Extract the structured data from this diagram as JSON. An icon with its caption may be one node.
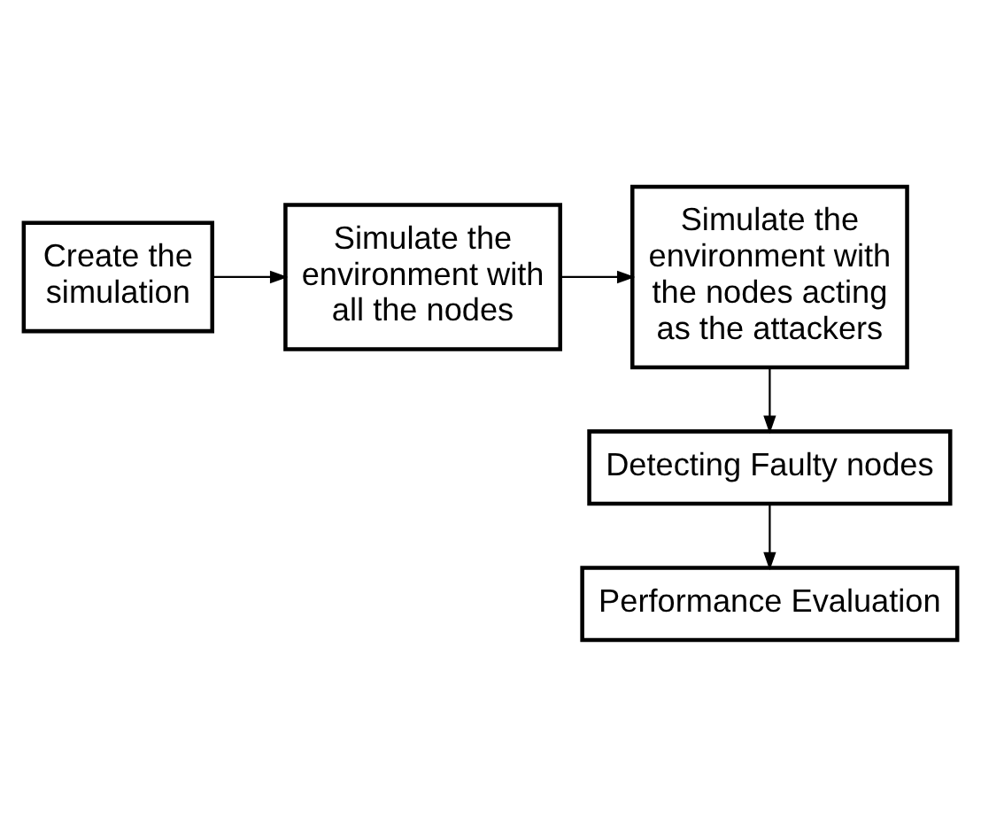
{
  "diagram": {
    "nodes": [
      {
        "text": [
          "Create the simulation"
        ]
      },
      {
        "text": [
          "Simulate the environment with all the nodes"
        ]
      },
      {
        "text": [
          "Simulate the environment with the nodes acting as the attackers"
        ]
      },
      {
        "text": [
          "Detecting Faulty nodes"
        ]
      },
      {
        "text": [
          "Performance Evaluation"
        ]
      }
    ],
    "edges": [
      {
        "from": 0,
        "to": 1,
        "arrow": "to"
      },
      {
        "from": 1,
        "to": 2,
        "arrow": "to"
      },
      {
        "from": 2,
        "to": 3,
        "arrow": "to"
      },
      {
        "from": 3,
        "to": 4,
        "arrow": "to"
      }
    ]
  }
}
